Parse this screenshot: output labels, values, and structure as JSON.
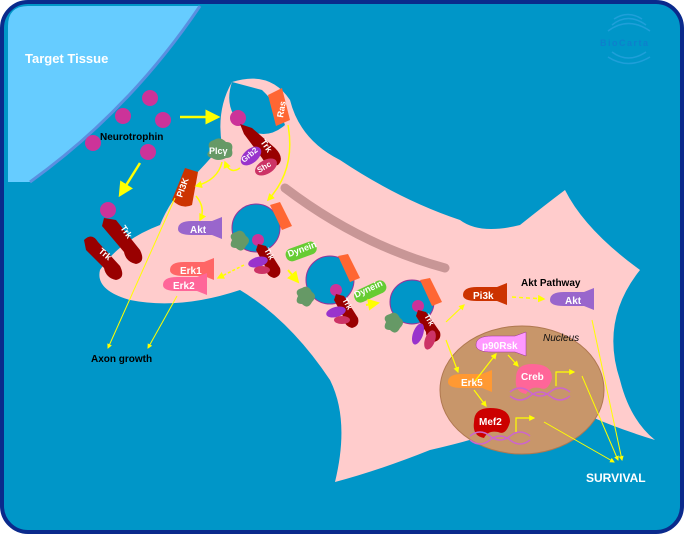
{
  "title": "Trk receptor signaling mediated by neurotrophins",
  "brand": "BioCarta",
  "colors": {
    "background": "#0096c8",
    "frame": "#0a2a8c",
    "target_tissue": "#66ccff",
    "cell": "#ffcccc",
    "nucleus": "#c8966a",
    "neurotrophin": "#cc3399",
    "trk": "#990000",
    "arrow": "#ffff00",
    "ras": "#ff6633",
    "dynein": "#66cc33",
    "akt": "#9966cc",
    "erk1": "#ff6666",
    "erk2": "#ff6699",
    "erk5": "#ff9933",
    "p90rsk": "#ff99ff",
    "creb": "#ff6699",
    "mef2": "#cc0000",
    "plcg": "#669966",
    "grb2": "#9933cc",
    "shc": "#cc3366"
  },
  "labels": {
    "target_tissue": "Target Tissue",
    "neurotrophin": "Neurotrophin",
    "axon_growth": "Axon growth",
    "akt_pathway": "Akt Pathway",
    "nucleus": "Nucleus",
    "survival": "SURVIVAL"
  },
  "proteins": {
    "trk": "Trk",
    "ras": "Ras",
    "grb2": "Grb2",
    "shc": "Shc",
    "plcg": "Plcγ",
    "pi3k_upper": "PI3K",
    "pi3k_lower": "Pi3k",
    "akt": "Akt",
    "erk1": "Erk1",
    "erk2": "Erk2",
    "dynein": "Dynein",
    "erk5": "Erk5",
    "p90rsk": "p90Rsk",
    "creb": "Creb",
    "mef2": "Mef2"
  }
}
